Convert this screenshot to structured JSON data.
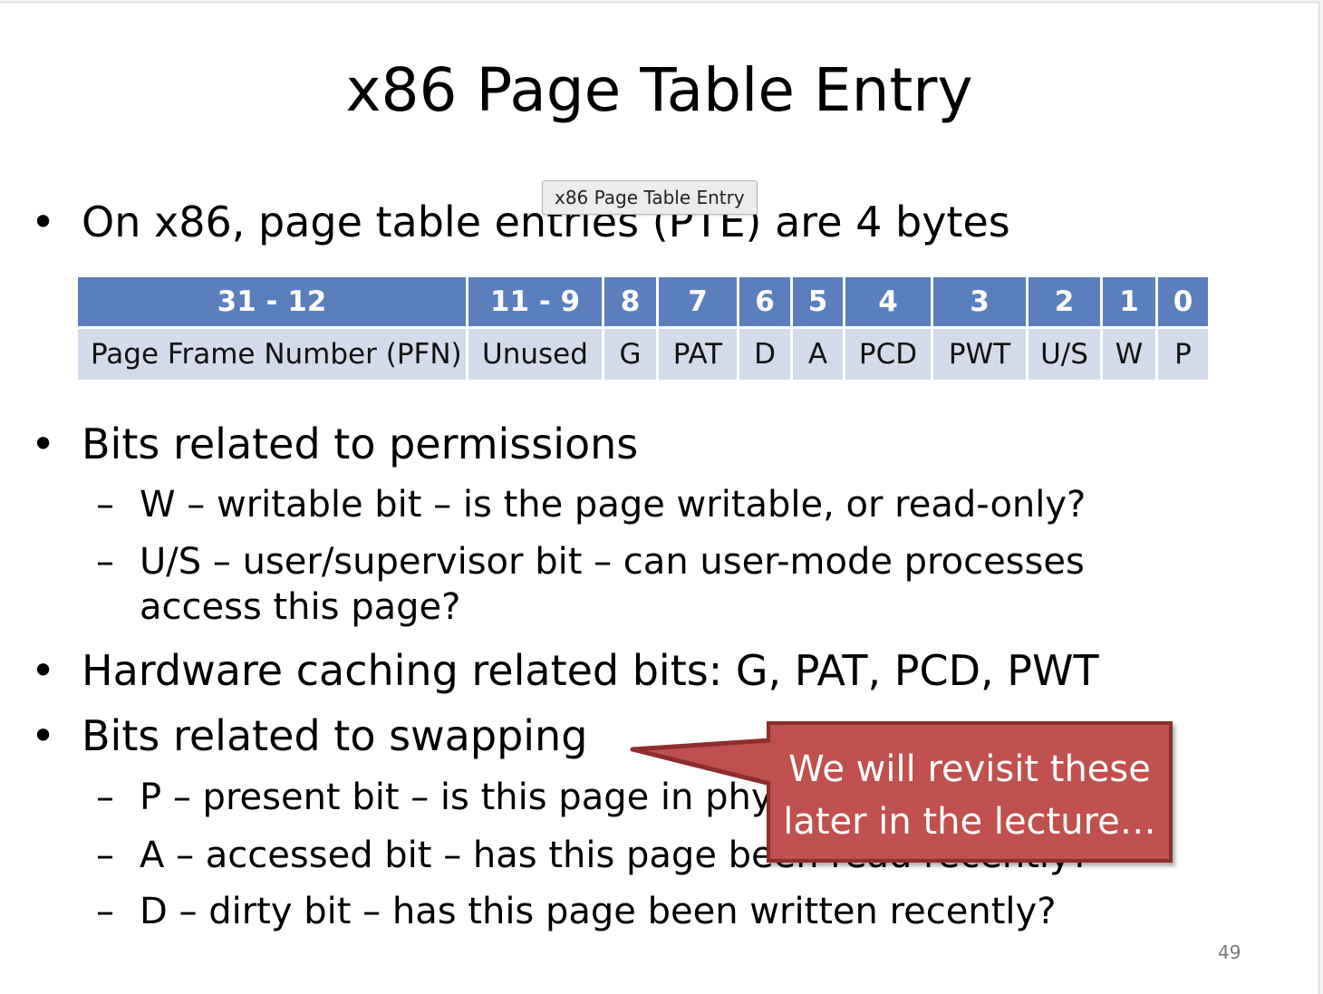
{
  "title": "x86 Page Table Entry",
  "tooltip": "x86 Page Table Entry",
  "bullet1": "On x86, page table entries (PTE) are 4 bytes",
  "table": {
    "headers": [
      "31 - 12",
      "11 - 9",
      "8",
      "7",
      "6",
      "5",
      "4",
      "3",
      "2",
      "1",
      "0"
    ],
    "cells": [
      "Page Frame Number (PFN)",
      "Unused",
      "G",
      "PAT",
      "D",
      "A",
      "PCD",
      "PWT",
      "U/S",
      "W",
      "P"
    ]
  },
  "bullet2": "Bits related to permissions",
  "sub_perm": [
    {
      "dash": "–",
      "text": "W – writable bit – is the page writable, or read-only?"
    },
    {
      "dash": "–",
      "text": "U/S – user/supervisor bit – can user-mode processes",
      "cont": "access this page?"
    }
  ],
  "bullet3": "Hardware caching related bits: G, PAT, PCD, PWT",
  "bullet4": "Bits related to swapping",
  "sub_swap": [
    {
      "dash": "–",
      "text": "P – present bit – is this page in physical memory?"
    },
    {
      "dash": "–",
      "text": "A – accessed bit – has this page been read recently?"
    },
    {
      "dash": "–",
      "text": "D – dirty bit – has this page been written recently?"
    }
  ],
  "bullet_glyph": "•",
  "callout": {
    "line1": "We will revisit these",
    "line2": "later in the lecture…"
  },
  "page_number": "49",
  "colors": {
    "header_bg": "#5b7fbd",
    "cell_bg": "#d3dbea",
    "callout_bg": "#c0504d",
    "callout_border": "#8c2f2c"
  }
}
